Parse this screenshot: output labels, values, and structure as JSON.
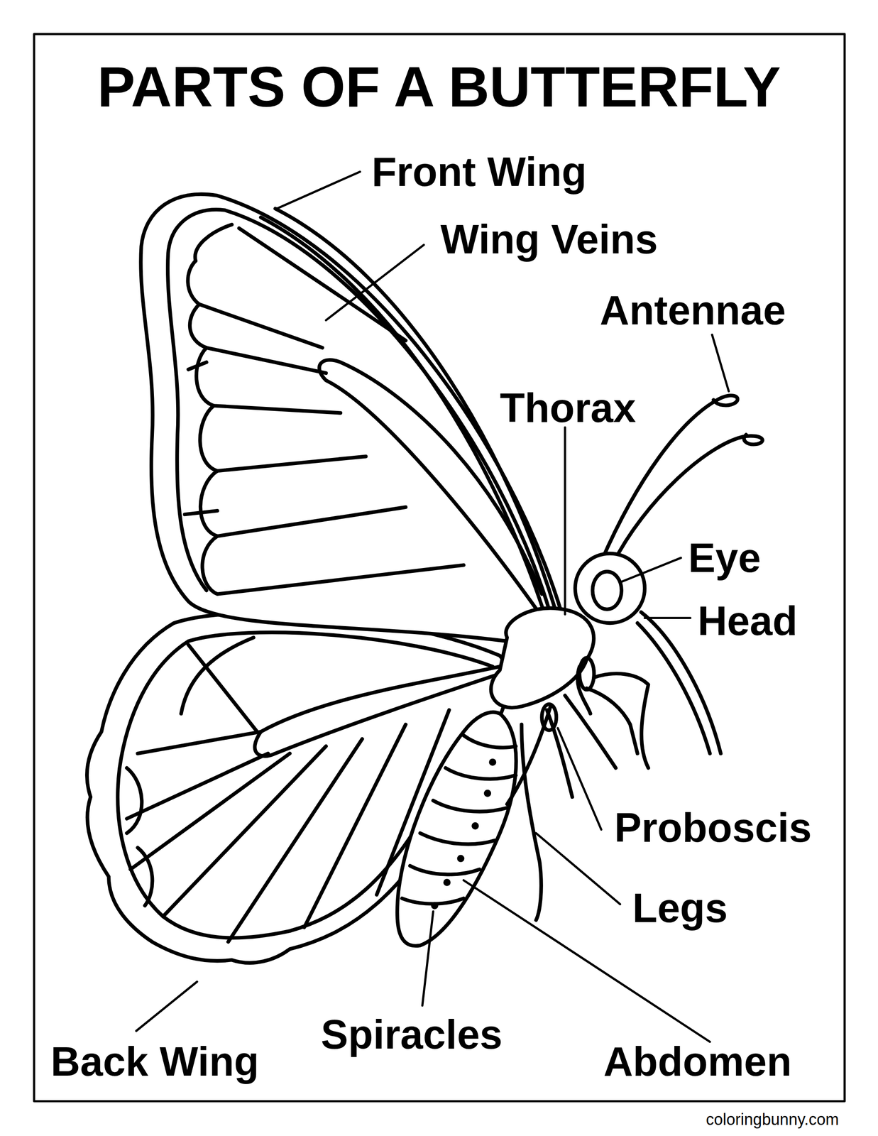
{
  "diagram": {
    "title": "PARTS OF A BUTTERFLY",
    "labels": [
      "Front Wing",
      "Wing Veins",
      "Antennae",
      "Thorax",
      "Eye",
      "Head",
      "Proboscis",
      "Legs",
      "Spiracles",
      "Back Wing",
      "Abdomen",
      "coloringbunny.com"
    ]
  }
}
